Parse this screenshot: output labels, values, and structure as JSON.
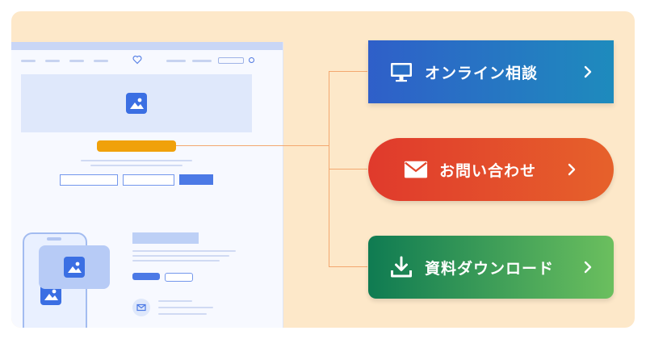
{
  "cta_buttons": {
    "online": {
      "label": "オンライン相談",
      "icon": "monitor-icon"
    },
    "contact": {
      "label": "お問い合わせ",
      "icon": "mail-icon"
    },
    "download": {
      "label": "資料ダウンロード",
      "icon": "download-icon"
    }
  },
  "colors": {
    "panel_background": "#fde8c9",
    "highlight_cta": "#f0a10b",
    "wireframe_accent": "#4c7ae6",
    "online_gradient": [
      "#2f5fc9",
      "#1e8bbd"
    ],
    "contact_gradient": [
      "#e03a2c",
      "#e6612b"
    ],
    "download_gradient": [
      "#0f7b52",
      "#6bbf5e"
    ]
  },
  "wireframe": {
    "icons": [
      "heart-logo-icon",
      "image-icon",
      "mail-icon"
    ]
  }
}
